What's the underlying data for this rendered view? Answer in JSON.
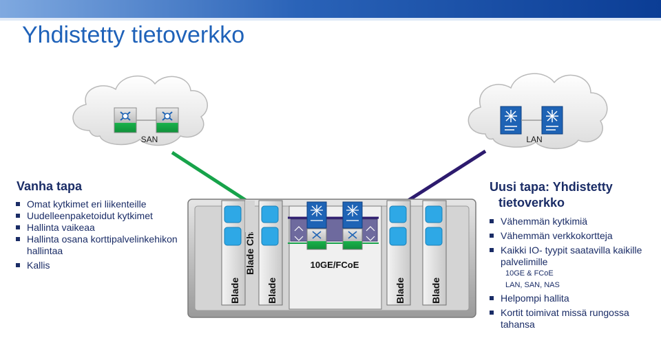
{
  "title": "Yhdistetty tietoverkko",
  "clouds": {
    "san_label": "SAN",
    "lan_label": "LAN"
  },
  "left": {
    "heading": "Vanha tapa",
    "items": [
      "Omat kytkimet eri liikenteille",
      "Uudelleenpaketoidut kytkimet",
      "Hallinta vaikeaa",
      "Hallinta osana korttipalvelinkehikon hallintaa",
      "Kallis"
    ]
  },
  "right": {
    "heading_line1": "Uusi tapa: Yhdistetty",
    "heading_line2": "tietoverkko",
    "items": [
      "Vähemmän kytkimiä",
      "Vähemmän verkkokortteja",
      "Kaikki IO- tyypit saatavilla kaikille palvelimille"
    ],
    "sub_items": [
      "10GE & FCoE",
      "LAN, SAN, NAS"
    ],
    "items_after": [
      "Helpompi hallita",
      "Kortit toimivat missä rungossa tahansa"
    ]
  },
  "chassis": {
    "chassis_label": "Blade Chassis",
    "blade_label": "Blade",
    "fabric_label": "10GE/FCoE"
  },
  "colors": {
    "title": "#1f62b9",
    "text": "#1a2c66",
    "san_link": "#17a34a",
    "lan_link": "#2d1b6e",
    "switch_blue": "#1e63b5",
    "blade_blue": "#2ea8e6"
  }
}
